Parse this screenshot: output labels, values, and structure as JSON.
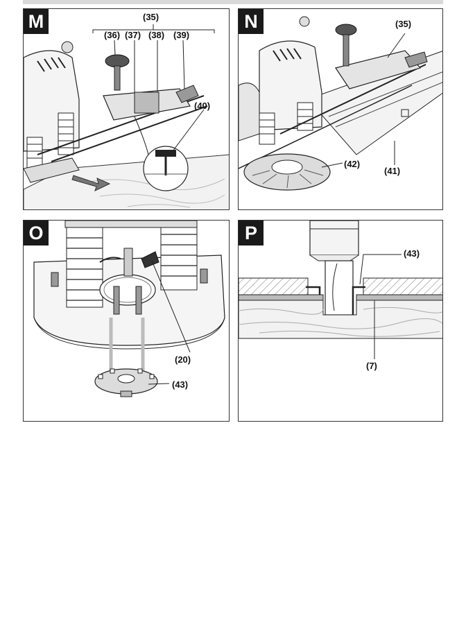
{
  "panels": {
    "m": {
      "letter": "M",
      "labels": {
        "l35": "(35)",
        "l36": "(36)",
        "l37": "(37)",
        "l38": "(38)",
        "l39": "(39)",
        "l40": "(40)"
      }
    },
    "n": {
      "letter": "N",
      "labels": {
        "l35": "(35)",
        "l41": "(41)",
        "l42": "(42)"
      }
    },
    "o": {
      "letter": "O",
      "labels": {
        "l20": "(20)",
        "l43": "(43)"
      }
    },
    "p": {
      "letter": "P",
      "labels": {
        "l43": "(43)",
        "l7": "(7)"
      }
    }
  },
  "colors": {
    "badge": "#1a1a1a",
    "line": "#222222",
    "hatch": "#888888",
    "wood": "#eeeeee"
  }
}
